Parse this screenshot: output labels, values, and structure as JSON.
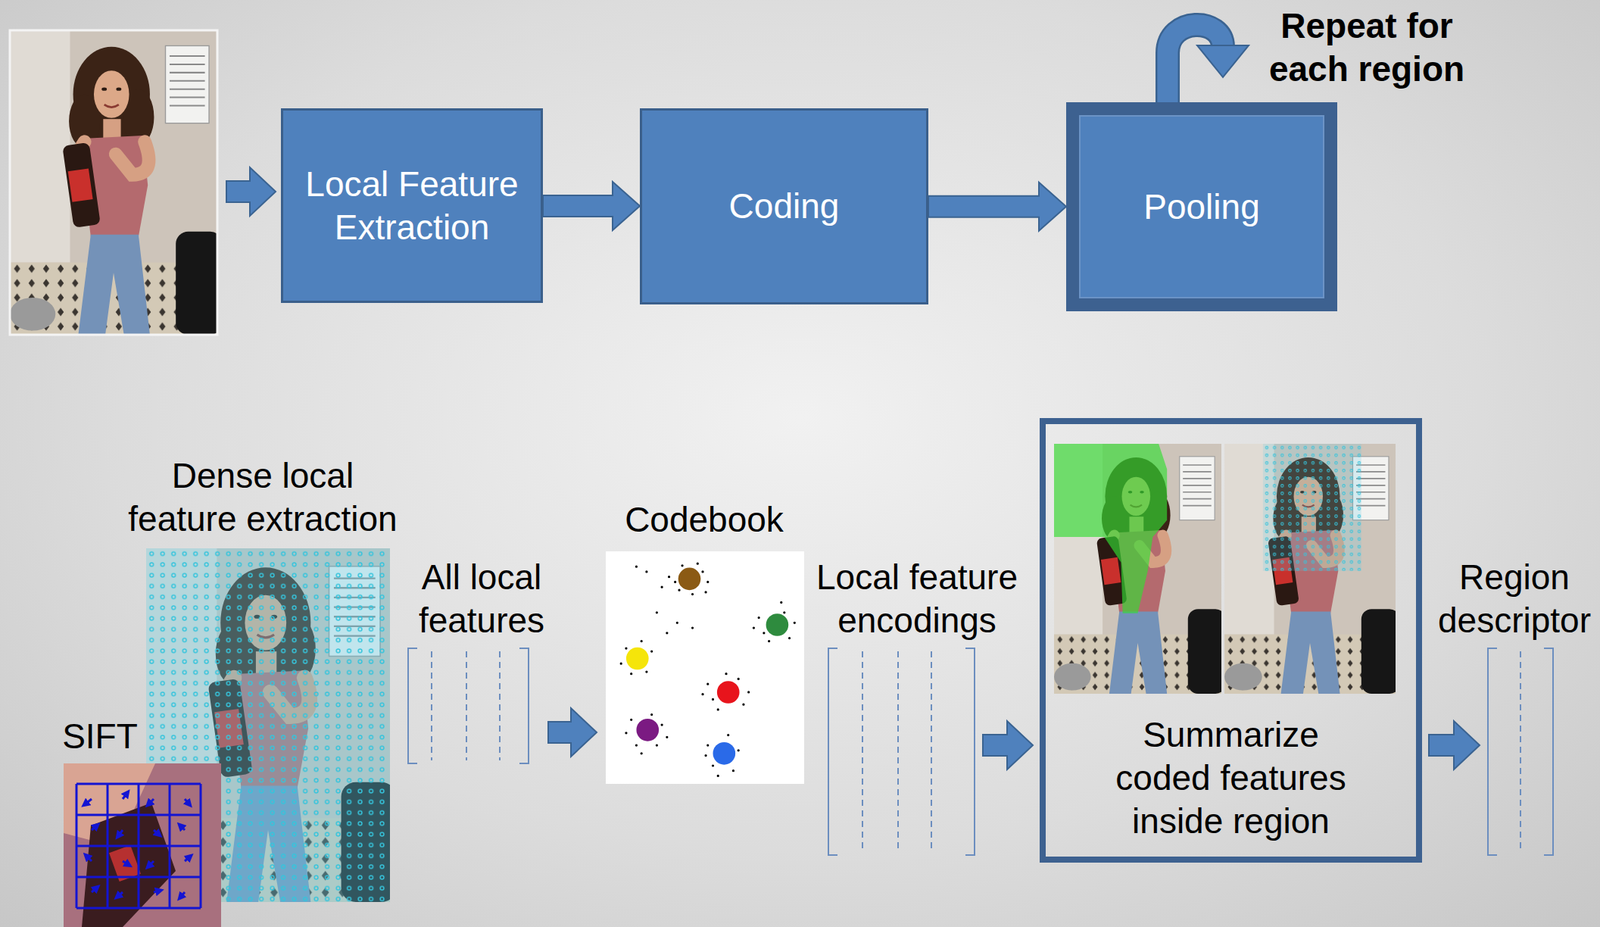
{
  "diagram": {
    "nodes": [
      {
        "text": [
          "Local Feature Extraction"
        ]
      },
      {
        "text": [
          "Coding"
        ]
      },
      {
        "text": [
          "Pooling"
        ]
      },
      {
        "text": [
          "Summarize coded features inside region"
        ]
      }
    ],
    "edges": [
      {
        "from": 0,
        "to": 1,
        "arrow": "to"
      },
      {
        "from": 1,
        "to": 2,
        "arrow": "to"
      }
    ],
    "labels": [
      "Repeat for each region",
      "Dense local feature extraction",
      "SIFT",
      "All local features",
      "Codebook",
      "Local feature encodings",
      "Region descriptor"
    ]
  }
}
